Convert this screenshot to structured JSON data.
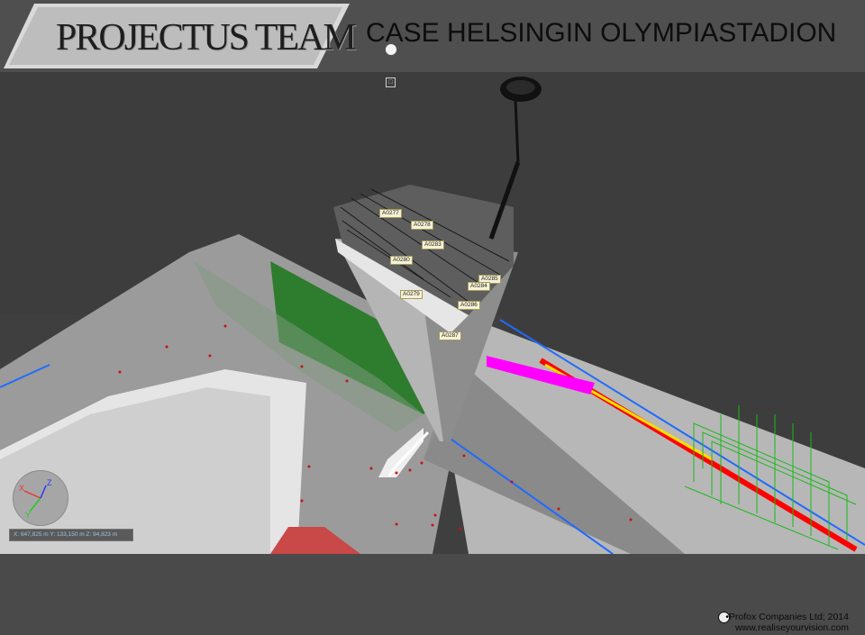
{
  "header": {
    "logo_text": "PROJECTUS TEAM",
    "title": "CASE HELSINGIN OLYMPIASTADION"
  },
  "viewport": {
    "view_icon_label": "□",
    "gizmo_axes": {
      "x": "X",
      "y": "Y",
      "z": "Z"
    },
    "coordinate_readout": "X: 647,825 m   Y: 133,150 m   Z: 94,823 m",
    "tags": [
      "A0277",
      "A0278",
      "A0283",
      "A0280",
      "A0279",
      "A0285",
      "A0284",
      "A0286",
      "A0287"
    ]
  },
  "footer": {
    "copyright": "•Profox Companies Ltd; 2014",
    "website": "www.realiseyourvision.com"
  },
  "colors": {
    "accent_magenta": "#ff00ff",
    "accent_red": "#ff0000",
    "accent_yellow": "#ffe000",
    "accent_green": "#1db81d",
    "accent_blue": "#1f6bff"
  }
}
